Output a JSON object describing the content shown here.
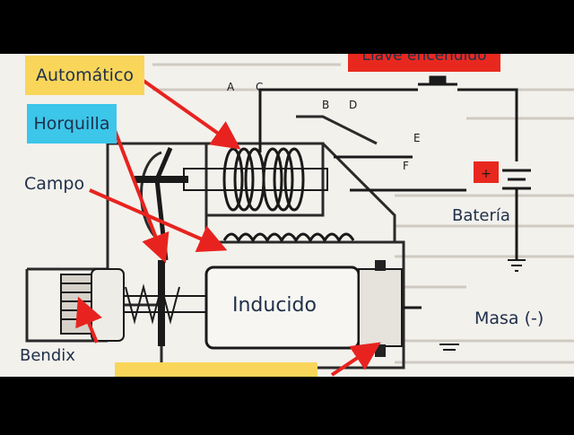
{
  "labels": {
    "automatico": "Automático",
    "horquilla": "Horquilla",
    "campo": "Campo",
    "bendix": "Bendix",
    "inducido": "Inducido",
    "bateria": "Batería",
    "masa": "Masa (-)",
    "llave": "Llave encendido",
    "battery_plus": "+"
  },
  "letters": {
    "a": "A",
    "b": "B",
    "c": "C",
    "d": "D",
    "e": "E",
    "f": "F"
  },
  "colors": {
    "callout_yellow": "#f9d65a",
    "callout_blue": "#3cc6ea",
    "callout_red": "#e8281e",
    "arrow_red": "#e8231f",
    "label_text": "#1f2f4a"
  }
}
